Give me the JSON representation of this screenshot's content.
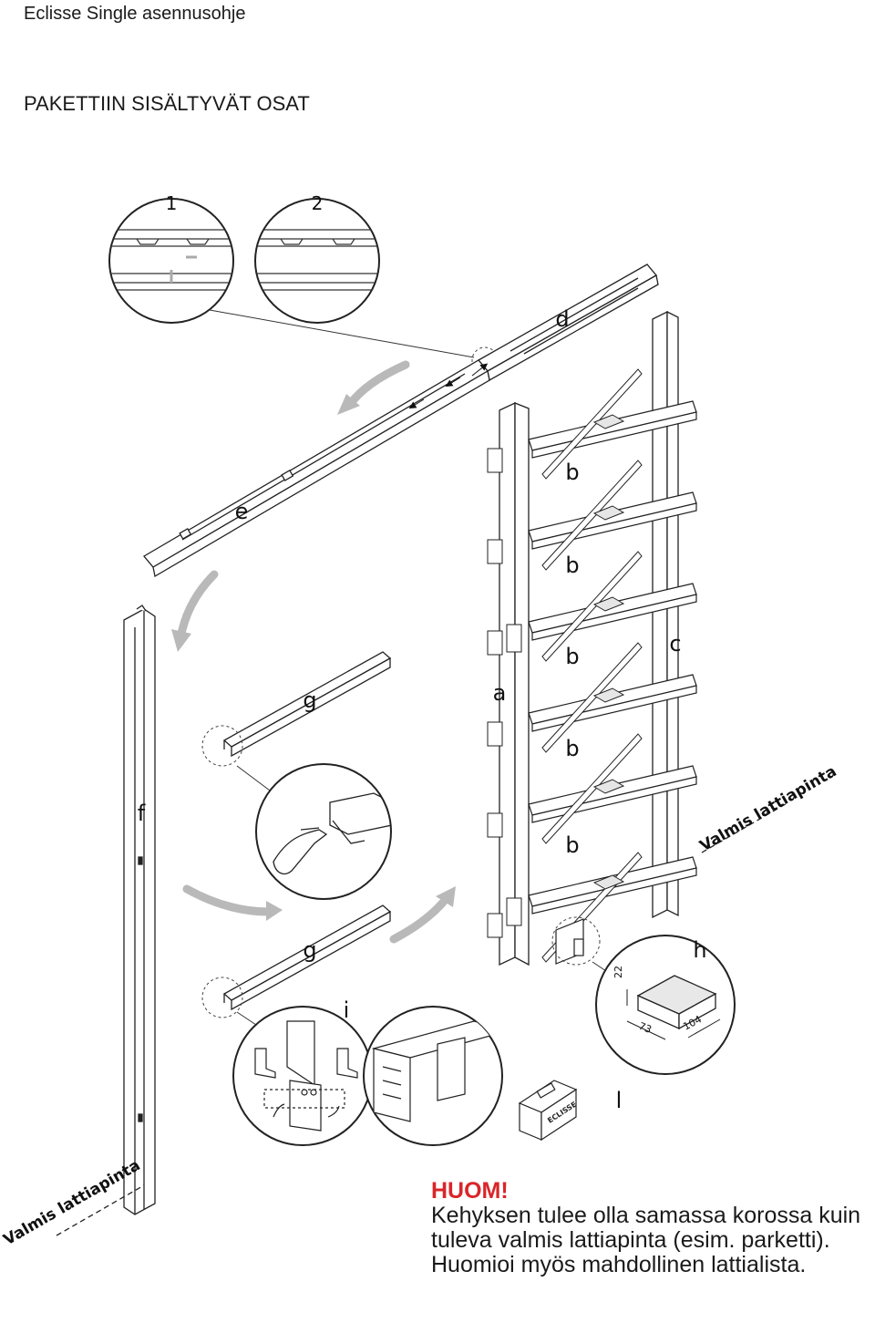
{
  "header": {
    "document_title": "Eclisse Single asennusohje",
    "section_title": "PAKETTIIN SISÄLTYVÄT OSAT"
  },
  "detail_numbers": [
    "1",
    "2"
  ],
  "part_labels": {
    "a": "a",
    "b": "b",
    "c": "c",
    "d": "d",
    "e": "e",
    "f": "f",
    "g": "g",
    "h": "h",
    "i": "i",
    "l": "l"
  },
  "floor_label": "Valmis lattiapinta",
  "dimensions": {
    "height": "22",
    "width": "73",
    "length": "104"
  },
  "logo_text": "ECLISSE",
  "note": {
    "heading": "HUOM!",
    "body": "Kehyksen tulee olla samassa korossa kuin tuleva valmis lattiapinta (esim. parketti). Huomioi myös mahdollinen lattialista."
  },
  "colors": {
    "note_heading": "#d9262a",
    "line": "#222222",
    "arrow": "#b9b9b9"
  }
}
